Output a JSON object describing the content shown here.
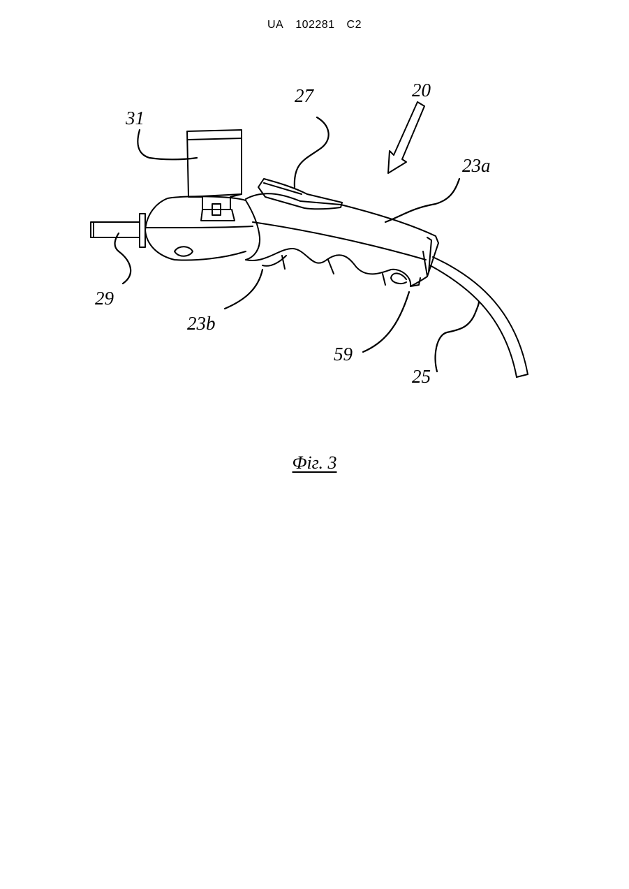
{
  "header": {
    "country": "UA",
    "number": "102281",
    "kind": "C2"
  },
  "figure": {
    "refs": {
      "r20": "20",
      "r27": "27",
      "r31": "31",
      "r23a": "23a",
      "r23b": "23b",
      "r29": "29",
      "r59": "59",
      "r25": "25"
    },
    "caption": "Фіг.  3"
  }
}
